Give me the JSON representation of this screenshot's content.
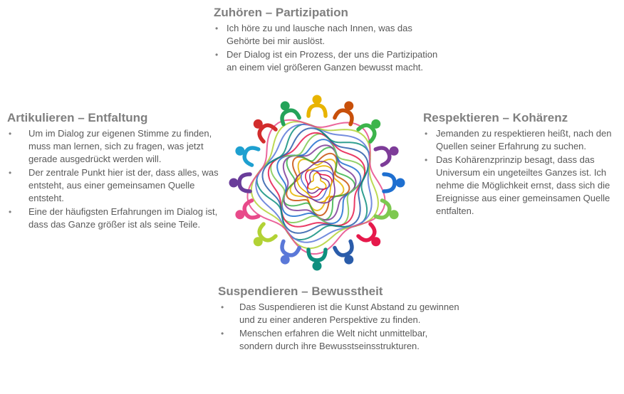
{
  "top": {
    "title": "Zuhören – Partizipation",
    "items": [
      "Ich höre zu und lausche nach Innen, was das Gehörte bei mir auslöst.",
      "Der Dialog ist ein Prozess, der uns die Partizipation an einem viel größeren Ganzen bewusst macht."
    ]
  },
  "left": {
    "title": "Artikulieren – Entfaltung",
    "items": [
      "Um im Dialog zur eigenen Stimme zu finden, muss man lernen, sich zu fragen, was jetzt gerade ausgedrückt werden will.",
      "Der zentrale Punkt hier ist der, dass alles, was entsteht, aus einer gemeinsamen Quelle entsteht.",
      "Eine der häufigsten Erfahrungen im Dialog ist, dass das Ganze größer ist als seine Teile."
    ]
  },
  "right": {
    "title": "Respektieren – Kohärenz",
    "items": [
      "Jemanden zu respektieren heißt, nach den Quellen seiner Erfahrung zu suchen.",
      "Das Kohärenzprinzip besagt, dass das Universum ein ungeteiltes Ganzes ist. Ich nehme die Möglichkeit ernst, dass sich die Ereignisse aus einer gemeinsamen Quelle entfalten."
    ]
  },
  "bottom": {
    "title": "Suspendieren – Bewusstheit",
    "items": [
      "Das Suspendieren ist die Kunst Abstand zu gewinnen und zu einer anderen Perspektive zu finden.",
      "Menschen erfahren die Welt nicht unmittelbar, sondern durch ihre Bewusstseinsstrukturen."
    ]
  },
  "bullet_symbol": "•",
  "figure": {
    "icon": "circle-of-people-icon",
    "colors": [
      "#e8b400",
      "#c8500a",
      "#3cb44b",
      "#7d3c98",
      "#1e6fd0",
      "#7ec850",
      "#e6194b",
      "#2a5caa",
      "#0e8f7e",
      "#5a78d8",
      "#b2d235",
      "#e84a8a"
    ]
  }
}
